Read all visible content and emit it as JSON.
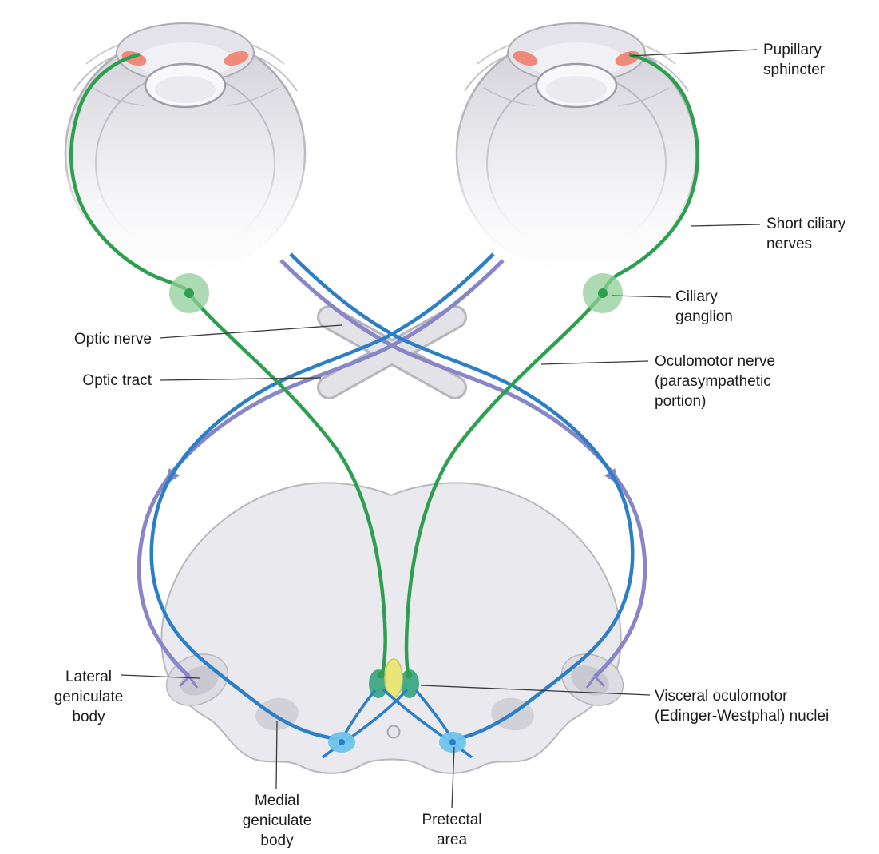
{
  "labels": {
    "pupillary_sphincter": "Pupillary\nsphincter",
    "short_ciliary_nerves": "Short ciliary\nnerves",
    "ciliary_ganglion": "Ciliary\nganglion",
    "oculomotor_nerve": "Oculomotor nerve\n(parasympathetic\nportion)",
    "optic_nerve": "Optic nerve",
    "optic_tract": "Optic tract",
    "lateral_geniculate_body": "Lateral\ngeniculate\nbody",
    "visceral_oculomotor_nuclei": "Visceral oculomotor\n(Edinger-Westphal) nuclei",
    "medial_geniculate_body": "Medial\ngeniculate\nbody",
    "pretectal_area": "Pretectal\narea"
  },
  "colors": {
    "parasympathetic_green": "#2da04f",
    "optic_purple": "#8886c8",
    "pupillary_blue": "#2b7fc6",
    "pretectal_blue": "#6fc4ec",
    "sphincter_pink": "#ef8a7a",
    "aqueduct_yellow": "#e9e576",
    "ew_nucleus_teal": "#35a47f",
    "brain_gray": "#eae9ed"
  }
}
